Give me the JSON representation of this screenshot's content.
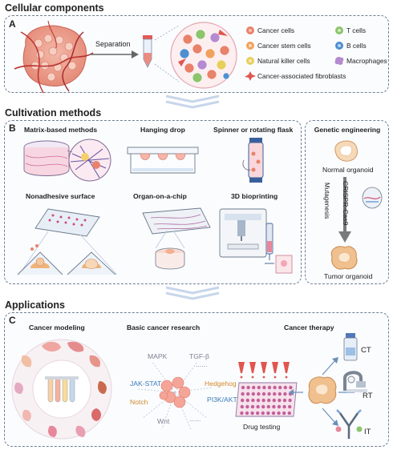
{
  "sections": {
    "cellular": "Cellular components",
    "cultivation": "Cultivation methods",
    "applications": "Applications"
  },
  "panel_a": {
    "label": "A",
    "separation": "Separation",
    "legend": [
      {
        "name": "Cancer cells",
        "color": "#e9826a"
      },
      {
        "name": "T cells",
        "color": "#8cc56b"
      },
      {
        "name": "Cancer stem cells",
        "color": "#f0a35e"
      },
      {
        "name": "B cells",
        "color": "#4f8fd1"
      },
      {
        "name": "Natural killer cells",
        "color": "#e7cf5e"
      },
      {
        "name": "Macrophages",
        "color": "#b58ad0"
      },
      {
        "name": "Cancer-associated fibroblasts",
        "color": "#e0564f"
      }
    ]
  },
  "panel_b": {
    "label": "B",
    "methods": {
      "matrix": "Matrix-based methods",
      "hanging": "Hanging drop",
      "spinner": "Spinner or rotating flask",
      "nonadhesive": "Nonadhesive surface",
      "organ_chip": "Organ-on-a-chip",
      "bioprinting": "3D bioprinting"
    },
    "genetic": {
      "title": "Genetic engineering",
      "normal": "Normal organoid",
      "crispr": "CRISPR-Cas9",
      "mutagenesis": "Mutagenesis",
      "tumor": "Tumor organoid"
    }
  },
  "panel_c": {
    "label": "C",
    "modeling": "Cancer modeling",
    "research": "Basic cancer research",
    "therapy": "Cancer therapy",
    "pathways": {
      "mapk": "MAPK",
      "tgfb": "TGF-β",
      "jakstat": "JAK-STAT",
      "hedgehog": "Hedgehog",
      "notch": "Notch",
      "pi3k": "PI3K/AKT",
      "wnt": "Wnt",
      "dots": "......",
      "dots2": "......"
    },
    "drug_testing": "Drug testing",
    "ct": "CT",
    "rt": "RT",
    "it": "IT"
  }
}
